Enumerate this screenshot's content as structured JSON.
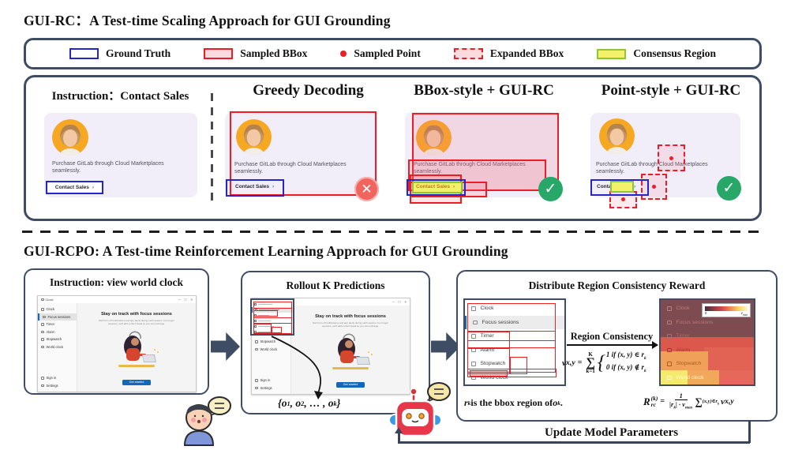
{
  "colors": {
    "slate": "#3e4d63",
    "red": "#ee1c25",
    "blue": "#2526c8",
    "yellowfill": "#f2f169",
    "yellowborder": "#8cc63f",
    "cardbg": "#f1eefa",
    "avatar": "#f7a823",
    "green": "#27a768",
    "cross": "#f2655e",
    "winblue": "#1467b8",
    "pinkfill": "rgba(244,112,130,0.18)"
  },
  "s1": {
    "title": "GUI-RC：A Test-time Scaling Approach for GUI Grounding",
    "legend": {
      "ground_truth": "Ground Truth",
      "sampled_bbox": "Sampled BBox",
      "sampled_point": "Sampled Point",
      "expanded_bbox": "Expanded BBox",
      "consensus_region": "Consensus Region"
    },
    "panels": {
      "p1_title": "Instruction：Contact Sales",
      "p2_title": "Greedy Decoding",
      "p3_title": "BBox-style + GUI-RC",
      "p4_title": "Point-style + GUI-RC"
    },
    "card": {
      "text_line1": "Purchase GitLab through Cloud Marketplaces",
      "text_line2": "seamlessly.",
      "button": "Contact Sales",
      "chevron": "›"
    }
  },
  "s2": {
    "title": "GUI-RCPO: A Test-time Reinforcement Learning Approach for GUI Grounding",
    "p1_title": "Instruction: view world clock",
    "p2_title": "Rollout K Predictions",
    "p3_title": "Distribute Region Consistency Reward",
    "region_consistency": "Region Consistency",
    "update_label": "Update Model Parameters",
    "outputs": {
      "p1": "{o",
      "s1": "1",
      "p2": ", o",
      "s2": "2",
      "p3": ", … , o",
      "s3": "k",
      "p4": "}"
    },
    "note": {
      "r": "r",
      "rk": "k",
      "mid": " is the bbox region of ",
      "o": "o",
      "ok": "k",
      "end": "."
    },
    "formula_v": {
      "v": "v",
      "vsub": "x,y",
      "eq": "=",
      "K": "K",
      "sum": "∑",
      "k1": "k=1",
      "brace": "{",
      "c1a": "1  if (x, y) ∈ r",
      "c1s": "k",
      "c2a": "0  if (x, y) ∉ r",
      "c2s": "k"
    },
    "formula_r": {
      "R": "R",
      "sup": "(k)",
      "sub": "rc",
      "eq": "=",
      "num": "1",
      "d1": "|r",
      "dk": "k",
      "d2": "| · v",
      "dmax": "max",
      "sum": "∑",
      "ss1": "(x,y)∈r",
      "ssk": "k",
      "v": "v",
      "vs": "x,y"
    },
    "colorbar": {
      "min": "0",
      "maxv": "v",
      "maxsub": "max"
    },
    "clock": {
      "window_title": "Clock",
      "win": [
        "–",
        "□",
        "×"
      ],
      "sidebar": [
        "Clock",
        "Focus sessions",
        "Timer",
        "Alarm",
        "Stopwatch",
        "World clock"
      ],
      "footer": [
        "Sign in",
        "Settings"
      ],
      "heading": "Stay on track with focus sessions",
      "sub1": "We'll turn off notifications and app alerts during each session. For longer",
      "sub2": "sessions, we'll add a short break so you can recharge.",
      "button": "Get started"
    }
  }
}
